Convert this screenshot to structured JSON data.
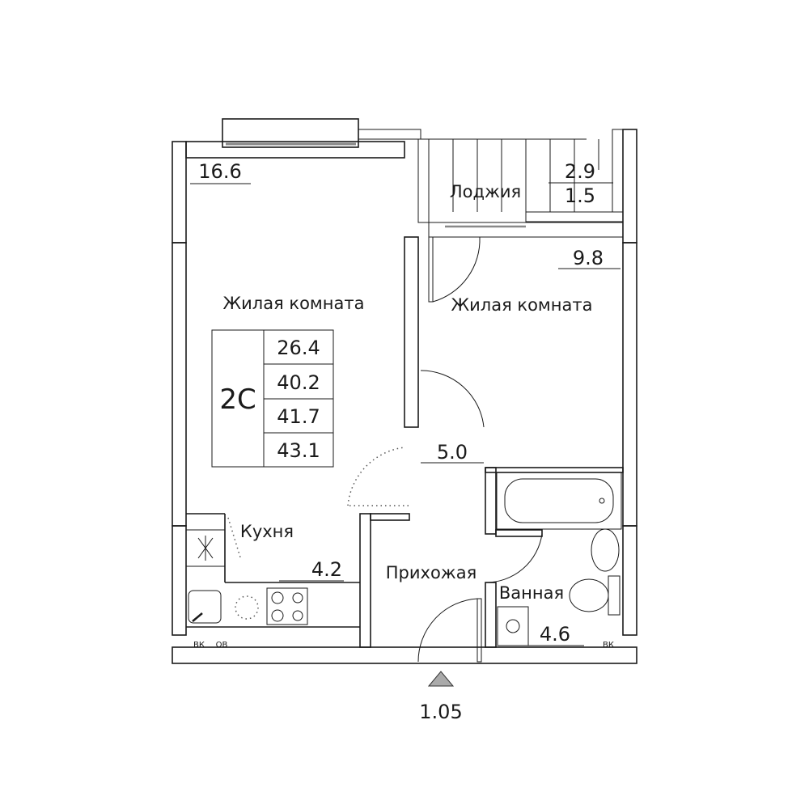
{
  "plan": {
    "type_code": "2С",
    "areas_table": [
      "26.4",
      "40.2",
      "41.7",
      "43.1"
    ],
    "rooms": {
      "living_room_1": {
        "label": "Жилая комната",
        "area": "16.6"
      },
      "living_room_2": {
        "label": "Жилая комната",
        "area": "9.8"
      },
      "loggia": {
        "label": "Лоджия",
        "area_full": "2.9",
        "area_reduced": "1.5"
      },
      "corridor_area": "5.0",
      "kitchen": {
        "label": "Кухня",
        "area": "4.2"
      },
      "hallway": {
        "label": "Прихожая"
      },
      "bathroom": {
        "label": "Ванная",
        "area": "4.6"
      }
    },
    "risers": {
      "vk_left": "ВК",
      "ov": "ОВ",
      "vk_right": "ВК"
    },
    "entrance_level": "1.05"
  }
}
